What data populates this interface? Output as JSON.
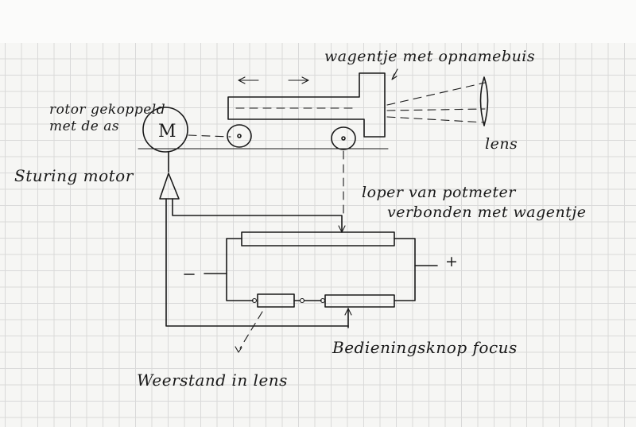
{
  "labels": {
    "carriage": "wagentje met opnamebuis",
    "rotor": "rotor gekoppeld",
    "rotor_line2": "met de as",
    "control_motor": "Sturing motor",
    "lens": "lens",
    "wiper_line1": "loper van potmeter",
    "wiper_line2": "verbonden met wagentje",
    "focus_knob": "Bedieningsknop focus",
    "lens_resistor": "Weerstand in lens",
    "motor_symbol": "M",
    "minus": "-",
    "plus": "+"
  },
  "colors": {
    "ink": "#1a1a1a",
    "paper": "#f6f6f4",
    "grid": "#d9d9d9"
  }
}
